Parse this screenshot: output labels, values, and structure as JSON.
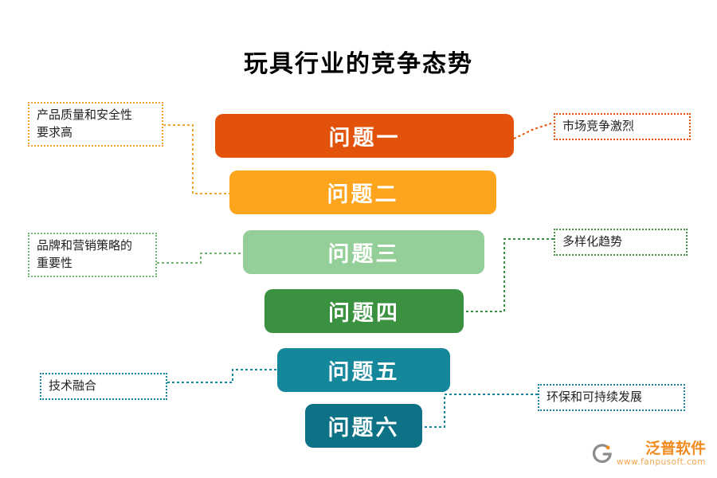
{
  "title": "玩具行业的竞争态势",
  "funnel": {
    "bars": [
      {
        "label": "问题一",
        "color": "#e2520a"
      },
      {
        "label": "问题二",
        "color": "#ffa41d"
      },
      {
        "label": "问题三",
        "color": "#94cf9a"
      },
      {
        "label": "问题四",
        "color": "#3a9240"
      },
      {
        "label": "问题五",
        "color": "#15879b"
      },
      {
        "label": "问题六",
        "color": "#0e7286"
      }
    ]
  },
  "callouts": {
    "left": [
      {
        "text": "产品质量和安全性\n要求高",
        "color": "#f0a232"
      },
      {
        "text": "品牌和营销策略的\n重要性",
        "color": "#6cb86c"
      },
      {
        "text": "技术融合",
        "color": "#15879b"
      }
    ],
    "right": [
      {
        "text": "市场竞争激烈",
        "color": "#e2520a"
      },
      {
        "text": "多样化趋势",
        "color": "#3a9240"
      },
      {
        "text": "环保和可持续发展",
        "color": "#15879b"
      }
    ]
  },
  "logo": {
    "brand": "泛普软件",
    "url": "www.fanpusoft.com"
  }
}
